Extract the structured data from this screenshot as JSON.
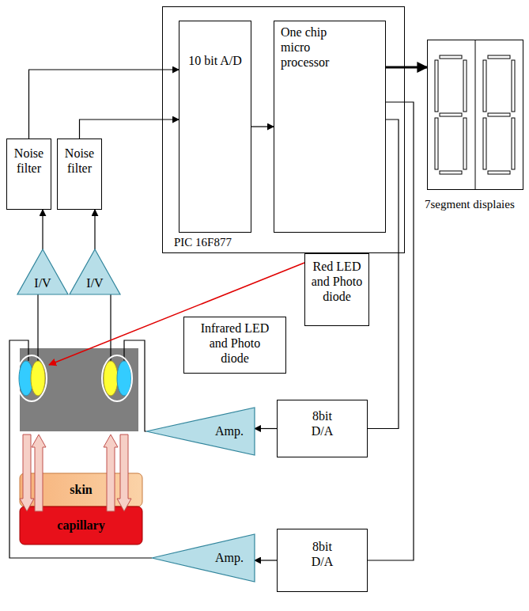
{
  "diagram": {
    "nodes": [
      {
        "text": [
          "PIC 16F877"
        ]
      },
      {
        "text": [
          "10 bit A/D"
        ],
        "in": 0
      },
      {
        "text": [
          "One chip micro processor"
        ],
        "in": 0
      },
      {
        "text": [
          "7segment displaies"
        ]
      },
      {
        "text": [
          "Noise filter"
        ]
      },
      {
        "text": [
          "Noise filter"
        ]
      },
      {
        "text": [
          "I/V"
        ]
      },
      {
        "text": [
          "I/V"
        ]
      },
      {
        "text": [
          "Red LED and Photo diode"
        ]
      },
      {
        "text": [
          "Infrared LED and Photo diode"
        ]
      },
      {
        "text": [
          "skin"
        ]
      },
      {
        "text": [
          "capillary"
        ]
      },
      {
        "text": [
          "Amp."
        ]
      },
      {
        "text": [
          "8bit D/A"
        ]
      },
      {
        "text": [
          "Amp."
        ]
      },
      {
        "text": [
          "8bit D/A"
        ]
      }
    ],
    "edges": [
      {
        "from": 4,
        "to": 1,
        "arrow": "to"
      },
      {
        "from": 5,
        "to": 1,
        "arrow": "to"
      },
      {
        "from": 6,
        "to": 4,
        "arrow": "to"
      },
      {
        "from": 7,
        "to": 5,
        "arrow": "to"
      },
      {
        "from": 1,
        "to": 2,
        "arrow": "to"
      },
      {
        "from": 2,
        "to": 3,
        "arrow": "to"
      },
      {
        "from": 2,
        "to": 13,
        "arrow": "none"
      },
      {
        "from": 2,
        "to": 15,
        "arrow": "none"
      },
      {
        "from": 13,
        "to": 12,
        "arrow": "to"
      },
      {
        "from": 15,
        "to": 14,
        "arrow": "to"
      }
    ]
  }
}
